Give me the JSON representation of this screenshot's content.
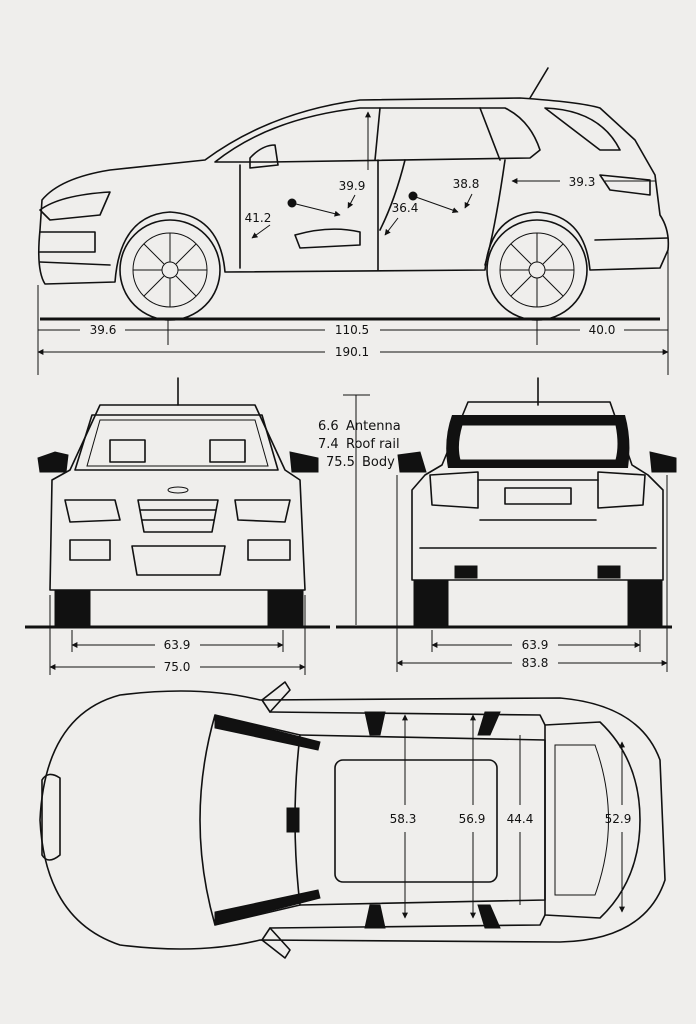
{
  "side_view": {
    "front_overhang": "39.6",
    "wheelbase": "110.5",
    "rear_overhang": "40.0",
    "overall_length": "190.1",
    "front_seat_legroom": "41.2",
    "front_headroom": "39.9",
    "rear_legroom": "36.4",
    "rear_headroom": "38.8",
    "cargo_length": "39.3"
  },
  "height_legend": {
    "antenna_value": "6.6",
    "antenna_label": "Antenna",
    "roof_rail_value": "7.4",
    "roof_rail_label": "Roof rail",
    "body_value": "75.5",
    "body_label": "Body"
  },
  "front_view": {
    "track": "63.9",
    "overall_width": "75.0"
  },
  "rear_view": {
    "track": "63.9",
    "overall_width_mirrors": "83.8"
  },
  "top_view": {
    "front_shoulder": "58.3",
    "rear_shoulder": "56.9",
    "cargo_width": "44.4",
    "rear_width": "52.9"
  }
}
